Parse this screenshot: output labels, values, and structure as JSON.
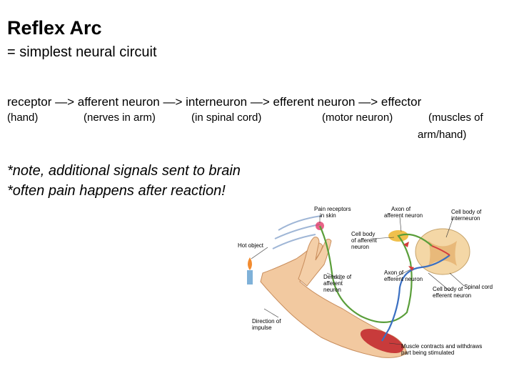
{
  "title": "Reflex Arc",
  "subtitle": "= simplest neural circuit",
  "pathway": "receptor —> afferent neuron —> interneuron —> efferent neuron —> effector",
  "subs": {
    "receptor": "(hand)",
    "afferent": "(nerves in arm)",
    "interneuron": "(in spinal cord)",
    "efferent": "(motor neuron)",
    "effector_line1": "(muscles of",
    "effector_line2": "arm/hand)"
  },
  "notes": [
    "*note, additional signals sent to brain",
    "*often pain happens after reaction!"
  ],
  "figure": {
    "labels": {
      "pain_receptors_1": "Pain receptors",
      "pain_receptors_2": "in skin",
      "axon_afferent_1": "Axon of",
      "axon_afferent_2": "afferent neuron",
      "cell_interneuron_1": "Cell body of",
      "cell_interneuron_2": "interneuron",
      "cell_afferent_1": "Cell body",
      "cell_afferent_2": "of afferent",
      "cell_afferent_3": "neuron",
      "hot_object": "Hot object",
      "axon_efferent_1": "Axon of",
      "axon_efferent_2": "efferent neuron",
      "dendrite_1": "Dendrite of",
      "dendrite_2": "afferent",
      "dendrite_3": "neuron",
      "spinal_cord": "Spinal cord",
      "cell_efferent_1": "Cell body of",
      "cell_efferent_2": "efferent neuron",
      "direction_1": "Direction of",
      "direction_2": "impulse",
      "muscle_1": "Muscle contracts and withdraws",
      "muscle_2": "part being stimulated"
    }
  }
}
